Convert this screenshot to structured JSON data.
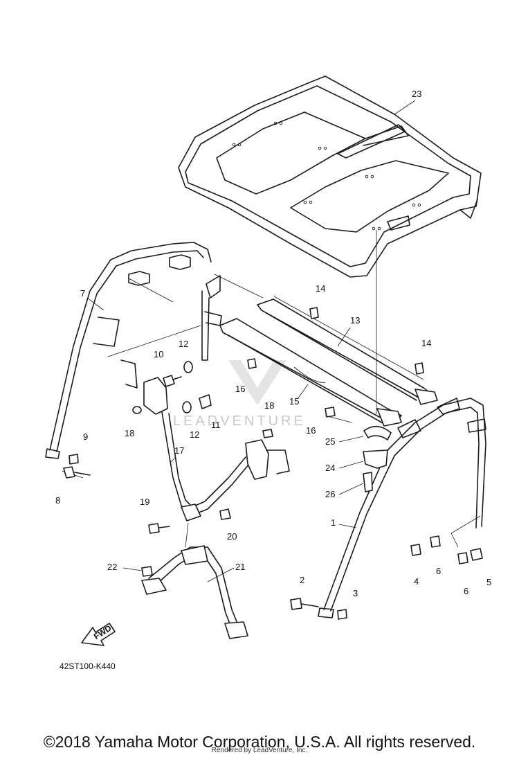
{
  "diagram_code": "42ST100-K440",
  "watermark": "LEADVENTURE",
  "fwd_label": "FWD",
  "copyright": "©2018 Yamaha Motor Corporation, U.S.A. All rights reserved.",
  "rendered_by": "Rendered by LeadVenture, Inc.",
  "callouts": {
    "c1": "1",
    "c2": "2",
    "c3": "3",
    "c4": "4",
    "c5": "5",
    "c6a": "6",
    "c6b": "6",
    "c7": "7",
    "c8": "8",
    "c9": "9",
    "c10": "10",
    "c11": "11",
    "c12a": "12",
    "c12b": "12",
    "c13": "13",
    "c14a": "14",
    "c14b": "14",
    "c15": "15",
    "c16a": "16",
    "c16b": "16",
    "c17": "17",
    "c18a": "18",
    "c18b": "18",
    "c19": "19",
    "c20": "20",
    "c21": "21",
    "c22": "22",
    "c23": "23",
    "c24": "24",
    "c25": "25",
    "c26": "26"
  }
}
